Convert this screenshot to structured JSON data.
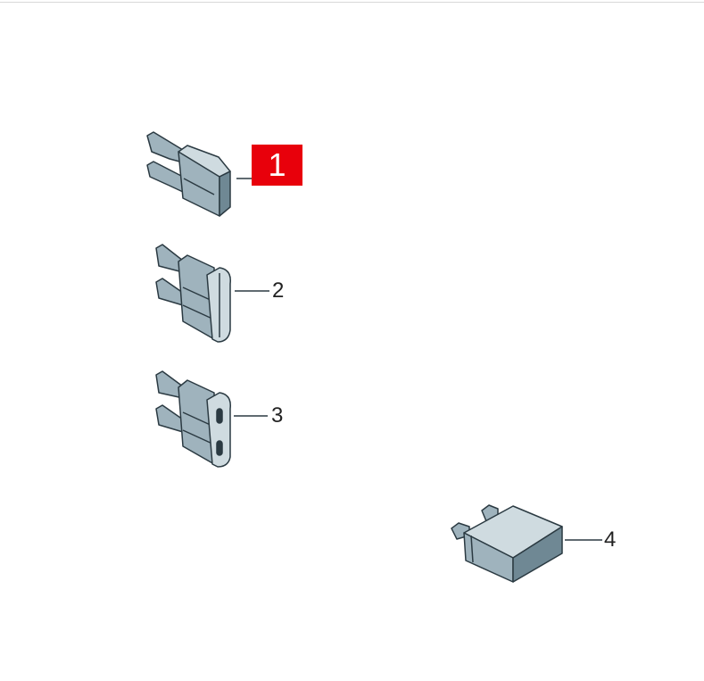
{
  "diagram": {
    "parts": [
      {
        "callout": "1",
        "highlighted": true
      },
      {
        "callout": "2",
        "highlighted": false
      },
      {
        "callout": "3",
        "highlighted": false
      },
      {
        "callout": "4",
        "highlighted": false
      }
    ],
    "colors": {
      "highlight": "#e8000b",
      "part_fill": "#9fb3bd",
      "part_dark": "#6f8894",
      "part_light": "#cfdbe0",
      "outline": "#2b3a42"
    }
  }
}
